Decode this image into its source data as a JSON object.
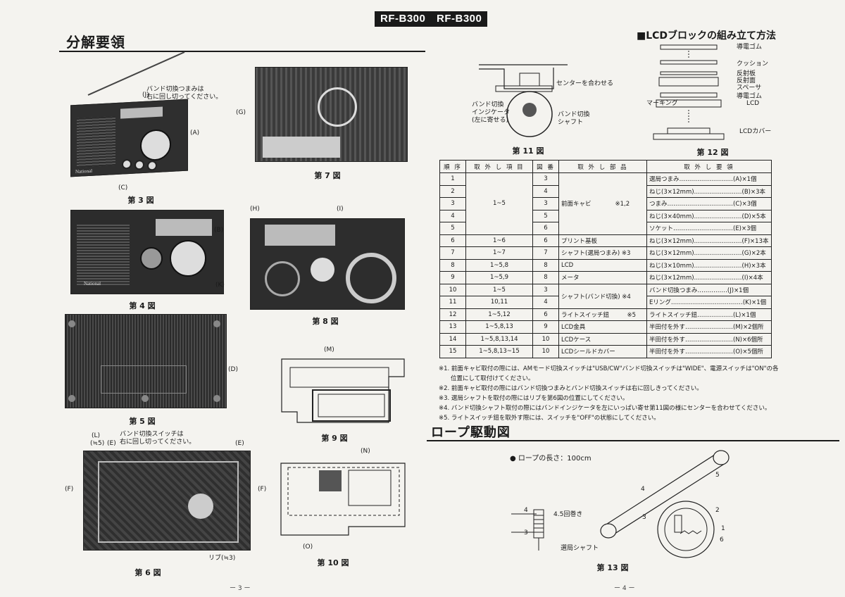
{
  "header": {
    "model_left": "RF-B300",
    "model_right": "RF-B300"
  },
  "left_section": {
    "title": "分解要領"
  },
  "right_section": {
    "lcd_title": "■LCDブロックの組み立て方法",
    "rope_title": "ロープ駆動図"
  },
  "figures": {
    "f3": {
      "caption": "第 3 図",
      "note": "バンド切換つまみは\n右に回し切ってください。",
      "labels": [
        "(J)",
        "(A)",
        "(C)"
      ],
      "brand": "National"
    },
    "f4": {
      "caption": "第 4 図",
      "labels": [
        "(B)",
        "(K)"
      ],
      "brand": "National"
    },
    "f5": {
      "caption": "第 5 図",
      "labels": [
        "(D)"
      ]
    },
    "f6": {
      "caption": "第 6 図",
      "note": "バンド切換スイッチは\n右に回し切ってください。",
      "labels": [
        "(L)",
        "(≒5)",
        "(E)",
        "(E)",
        "(F)",
        "(F)",
        "リブ(≒3)"
      ]
    },
    "f7": {
      "caption": "第 7 図",
      "labels": [
        "(G)"
      ]
    },
    "f8": {
      "caption": "第 8 図",
      "labels": [
        "(H)",
        "(I)"
      ]
    },
    "f9": {
      "caption": "第 9 図",
      "labels": [
        "(M)"
      ]
    },
    "f10": {
      "caption": "第 10 図",
      "labels": [
        "(N)",
        "(O)"
      ]
    },
    "f11": {
      "caption": "第 11 図",
      "labels": [
        "センターを合わせる",
        "バンド切換\nインジケータ\n(左に寄せる)",
        "バンド切換\nシャフト"
      ]
    },
    "f12": {
      "caption": "第 12 図",
      "labels": [
        "導電ゴム",
        "クッション",
        "反射板",
        "反射面",
        "スペーサ",
        "導電ゴム",
        "LCD",
        "マーキング",
        "LCDカバー"
      ]
    },
    "f13": {
      "caption": "第 13 図",
      "rope_length": "● ロープの長さ：100cm",
      "labels": [
        "4.5回巻き",
        "選局シャフト",
        "4",
        "3",
        "4",
        "5",
        "3",
        "2",
        "1",
        "6"
      ]
    }
  },
  "table": {
    "headers": [
      "順 序",
      "取 外 し 項 目",
      "図 番",
      "取 外 し 部 品",
      "取 外 し 要 領"
    ],
    "rows": [
      {
        "no": "1",
        "item": "",
        "fig": "3",
        "part": "",
        "method": "選局つまみ………………………(A)×1個"
      },
      {
        "no": "2",
        "item": "",
        "fig": "4",
        "part": "",
        "method": "ねじ(3×12mm)……………………(B)×3本"
      },
      {
        "no": "3",
        "item": "1~5",
        "fig": "3",
        "part": "前面キャビ　　　　※1,2",
        "method": "つまみ……………………………(C)×3個"
      },
      {
        "no": "4",
        "item": "",
        "fig": "5",
        "part": "",
        "method": "ねじ(3×40mm)……………………(D)×5本"
      },
      {
        "no": "5",
        "item": "",
        "fig": "6",
        "part": "",
        "method": "ソケット…………………………(E)×3個"
      },
      {
        "no": "6",
        "item": "1~6",
        "fig": "6",
        "part": "プリント基板",
        "method": "ねじ(3×12mm)……………………(F)×13本"
      },
      {
        "no": "7",
        "item": "1~7",
        "fig": "7",
        "part": "シャフト(選局つまみ) ※3",
        "method": "ねじ(3×12mm)……………………(G)×2本"
      },
      {
        "no": "8",
        "item": "1~5,8",
        "fig": "8",
        "part": "LCD",
        "method": "ねじ(3×10mm)……………………(H)×3本"
      },
      {
        "no": "9",
        "item": "1~5,9",
        "fig": "8",
        "part": "メータ",
        "method": "ねじ(3×12mm)……………………(I)×4本"
      },
      {
        "no": "10",
        "item": "1~5",
        "fig": "3",
        "part": "シャフト(バンド切換) ※4",
        "method": "バンド切換つまみ……………(J)×1個"
      },
      {
        "no": "11",
        "item": "10,11",
        "fig": "4",
        "part": "",
        "method": "Eリング………………………………(K)×1個"
      },
      {
        "no": "12",
        "item": "1~5,12",
        "fig": "6",
        "part": "ライトスイッチ鈕　　　※5",
        "method": "ライトスイッチ鈕………………(L)×1個"
      },
      {
        "no": "13",
        "item": "1~5,8,13",
        "fig": "9",
        "part": "LCD金具",
        "method": "半田付を外す……………………(M)×2個所"
      },
      {
        "no": "14",
        "item": "1~5,8,13,14",
        "fig": "10",
        "part": "LCDケース",
        "method": "半田付を外す……………………(N)×6個所"
      },
      {
        "no": "15",
        "item": "1~5,8,13~15",
        "fig": "10",
        "part": "LCDシールドカバー",
        "method": "半田付を外す……………………(O)×5個所"
      }
    ]
  },
  "notes": [
    "※1. 前面キャビ取付の際には、AMモード切換スイッチは\"USB/CW\"バンド切換スイッチは\"WIDE\"、電源スイッチは\"ON\"の各",
    "　　位置にして取付けてください。",
    "※2. 前面キャビ取付の際にはバンド切換つまみとバンド切換スイッチは右に回しきってください。",
    "※3. 選局シャフトを取付の際にはリブを第6図の位置にしてください。",
    "※4. バンド切換シャフト取付の際にはバンドインジケータを左にいっぱい寄せ第11図の様にセンターを合わせてください。",
    "※5. ライトスイッチ鈕を取外す際には、スイッチを\"OFF\"の状態にしてください。"
  ],
  "page_numbers": {
    "left": "ー 3 ー",
    "right": "ー 4 ー"
  }
}
